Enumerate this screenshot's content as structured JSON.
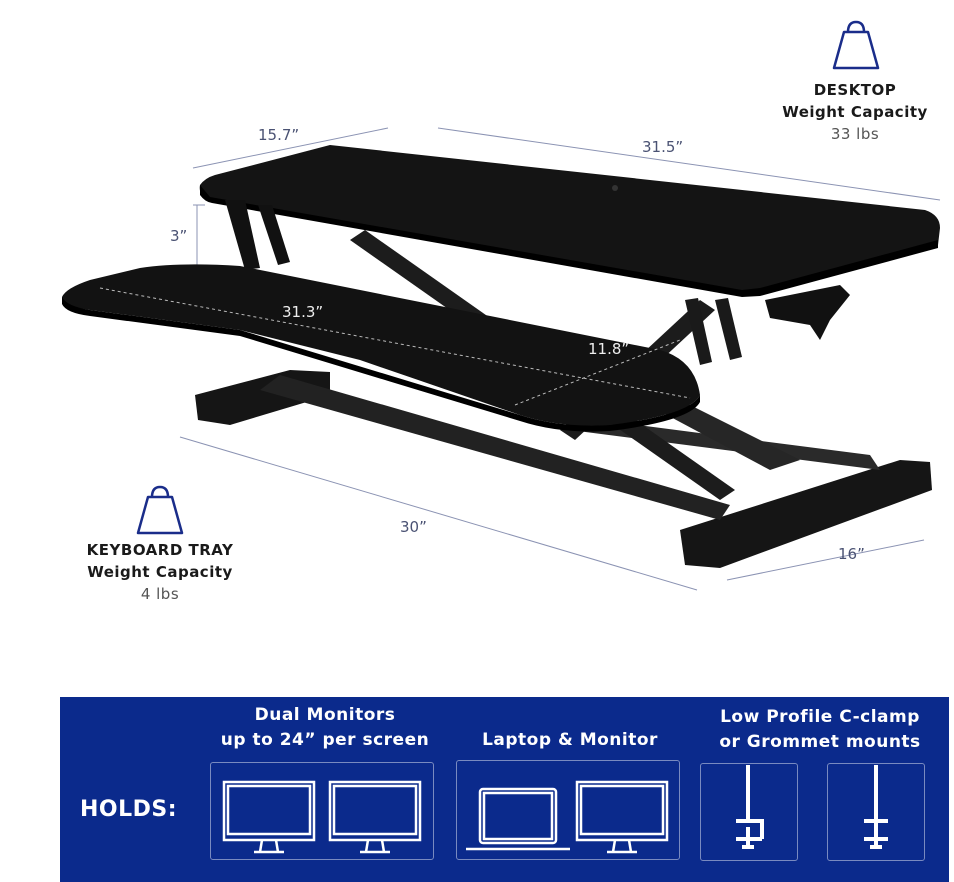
{
  "dimensions": {
    "desktop_depth": "15.7”",
    "desktop_width": "31.5”",
    "desktop_height_gap": "3”",
    "tray_width": "31.3”",
    "tray_depth": "11.8”",
    "base_width": "30”",
    "base_depth": "16”"
  },
  "desktop_capacity": {
    "icon": "weight-icon",
    "title": "DESKTOP",
    "subtitle": "Weight Capacity",
    "value": "33 lbs"
  },
  "tray_capacity": {
    "icon": "weight-icon",
    "title": "KEYBOARD TRAY",
    "subtitle": "Weight Capacity",
    "value": "4 lbs"
  },
  "banner": {
    "color": "#0b2a8c",
    "holds_label": "HOLDS:",
    "groups": [
      {
        "line1": "Dual Monitors",
        "line2": "up to 24” per screen",
        "icons": [
          "monitor-icon",
          "monitor-icon"
        ]
      },
      {
        "line1": "Laptop & Monitor",
        "icons": [
          "laptop-icon",
          "monitor-icon"
        ]
      },
      {
        "line1": "Low Profile C-clamp",
        "line2": "or Grommet mounts",
        "icons": [
          "c-clamp-icon",
          "grommet-icon"
        ]
      }
    ]
  }
}
